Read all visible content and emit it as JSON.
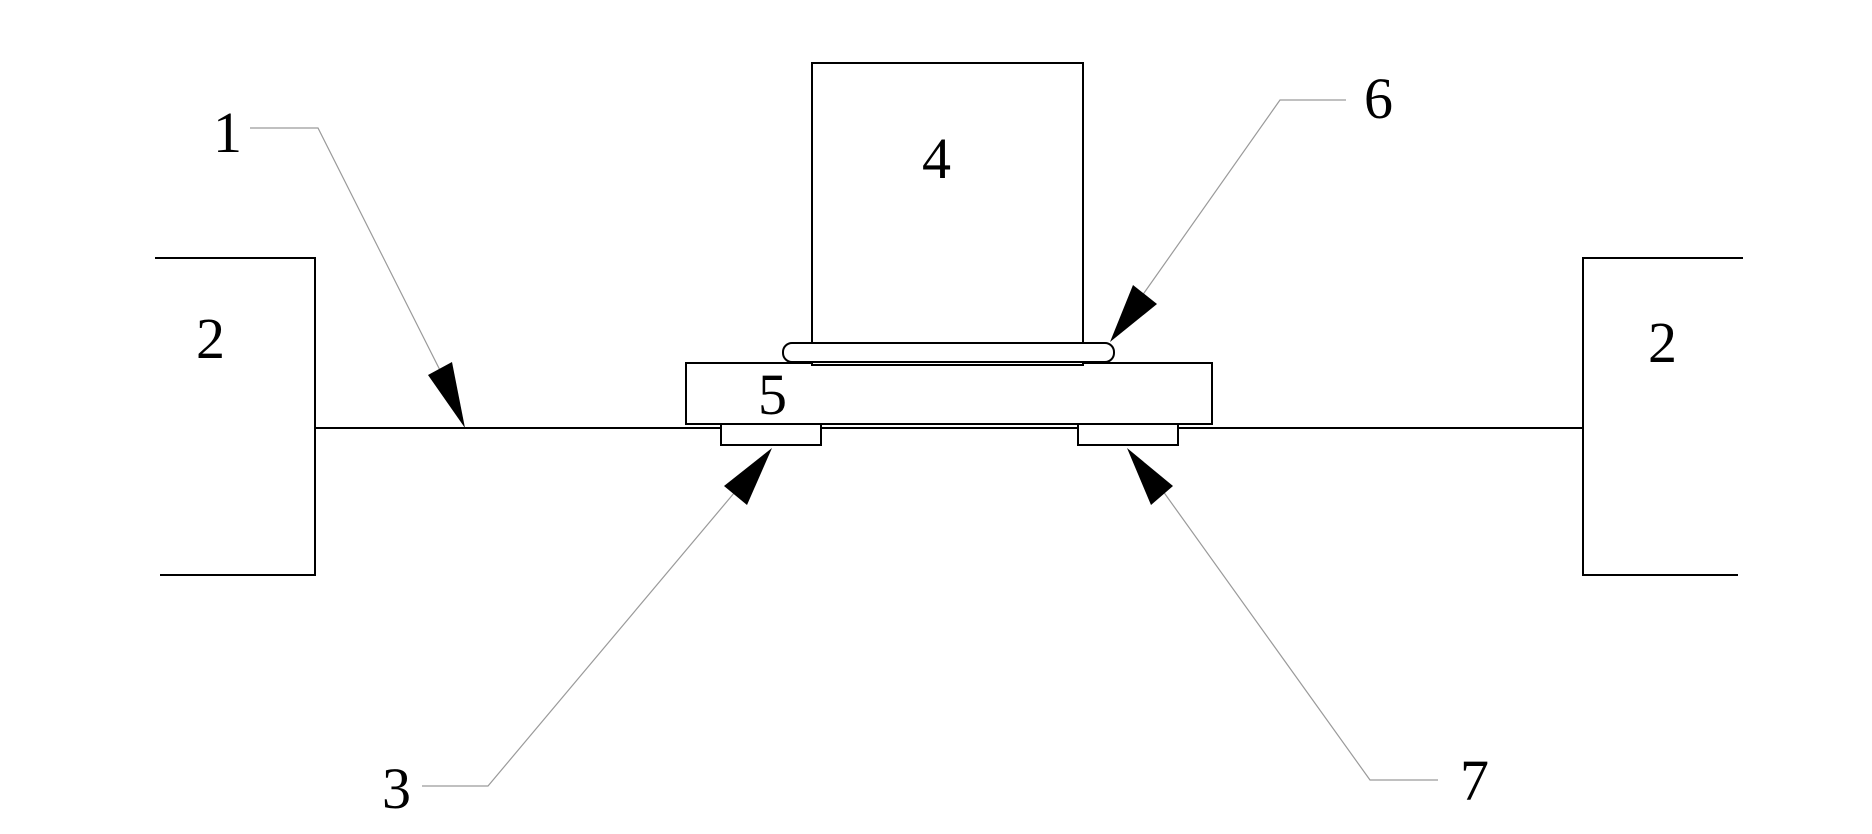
{
  "labels": {
    "wire": "1",
    "fixture_left": "2",
    "fixture_right": "2",
    "pad_left": "3",
    "block": "4",
    "plate": "5",
    "layer": "6",
    "pad_right": "7"
  }
}
